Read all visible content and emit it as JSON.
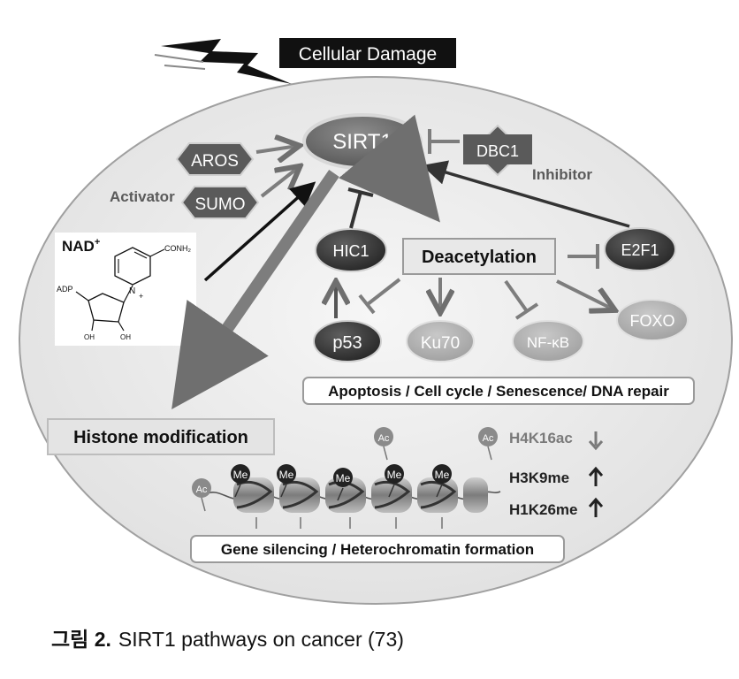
{
  "figure": {
    "caption_label": "그림 2.",
    "caption_text": "SIRT1 pathways on cancer (73)"
  },
  "diagram": {
    "cellular_damage": "Cellular Damage",
    "sirt1": "SIRT1",
    "aros": "AROS",
    "sumo": "SUMO",
    "activator": "Activator",
    "dbc1": "DBC1",
    "inhibitor": "Inhibitor",
    "nad_label": "NAD",
    "nad_superscript": "+",
    "nad_conh2": "CONH₂",
    "nad_n": "N",
    "nad_plus": "+",
    "nad_adp": "ADP",
    "nad_oh_left": "OH",
    "nad_oh_right": "OH",
    "hic1": "HIC1",
    "deacetylation": "Deacetylation",
    "e2f1": "E2F1",
    "p53": "p53",
    "ku70": "Ku70",
    "nfkb": "NF-κB",
    "foxo": "FOXO",
    "outcome_1": "Apoptosis / Cell cycle / Senescence/ DNA repair",
    "histone_modification": "Histone modification",
    "ac": "Ac",
    "me": "Me",
    "h4k16ac": "H4K16ac",
    "h3k9me": "H3K9me",
    "h1k26me": "H1K26me",
    "outcome_2": "Gene silencing / Heterochromatin formation"
  },
  "colors": {
    "cell_fill": "#eeeeee",
    "dark_node": "#3c3c3c",
    "mid_node": "#7a7a7a",
    "light_node": "#b3b3b3",
    "arrow_gray": "#7d7d7d",
    "black": "#111111"
  }
}
